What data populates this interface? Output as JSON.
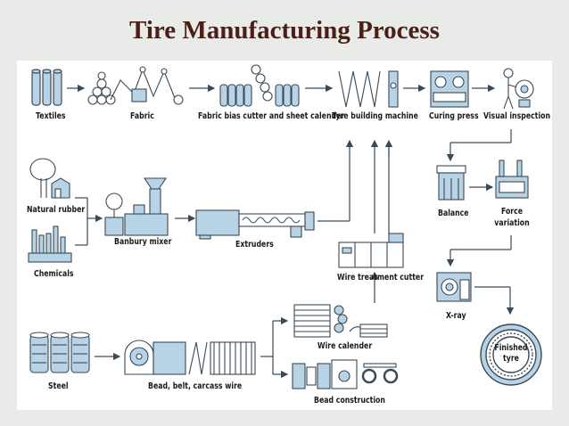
{
  "title": "Tire Manufacturing Process",
  "colors": {
    "title": "#4a1f17",
    "machine": "#b9d3e6",
    "outline": "#3a4a57",
    "background": "#e9ebe8",
    "panel": "#ffffff"
  },
  "steps": {
    "textiles": "Textiles",
    "fabric": "Fabric",
    "fabric_bias_cutter": "Fabric bias cutter and sheet calender",
    "tyre_building_machine": "Tyre building machine",
    "curing_press": "Curing press",
    "visual_inspection": "Visual inspection",
    "natural_rubber": "Natural rubber",
    "chemicals": "Chemicals",
    "banbury_mixer": "Banbury mixer",
    "extruders": "Extruders",
    "wire_treatment_cutter": "Wire treatment cutter",
    "balance": "Balance",
    "force_variation_1": "Force",
    "force_variation_2": "variation",
    "x_ray": "X-ray",
    "finished_tyre_1": "Finished",
    "finished_tyre_2": "tyre",
    "steel": "Steel",
    "bead_belt_carcass": "Bead, belt, carcass wire",
    "wire_calender": "Wire calender",
    "bead_construction": "Bead construction"
  }
}
